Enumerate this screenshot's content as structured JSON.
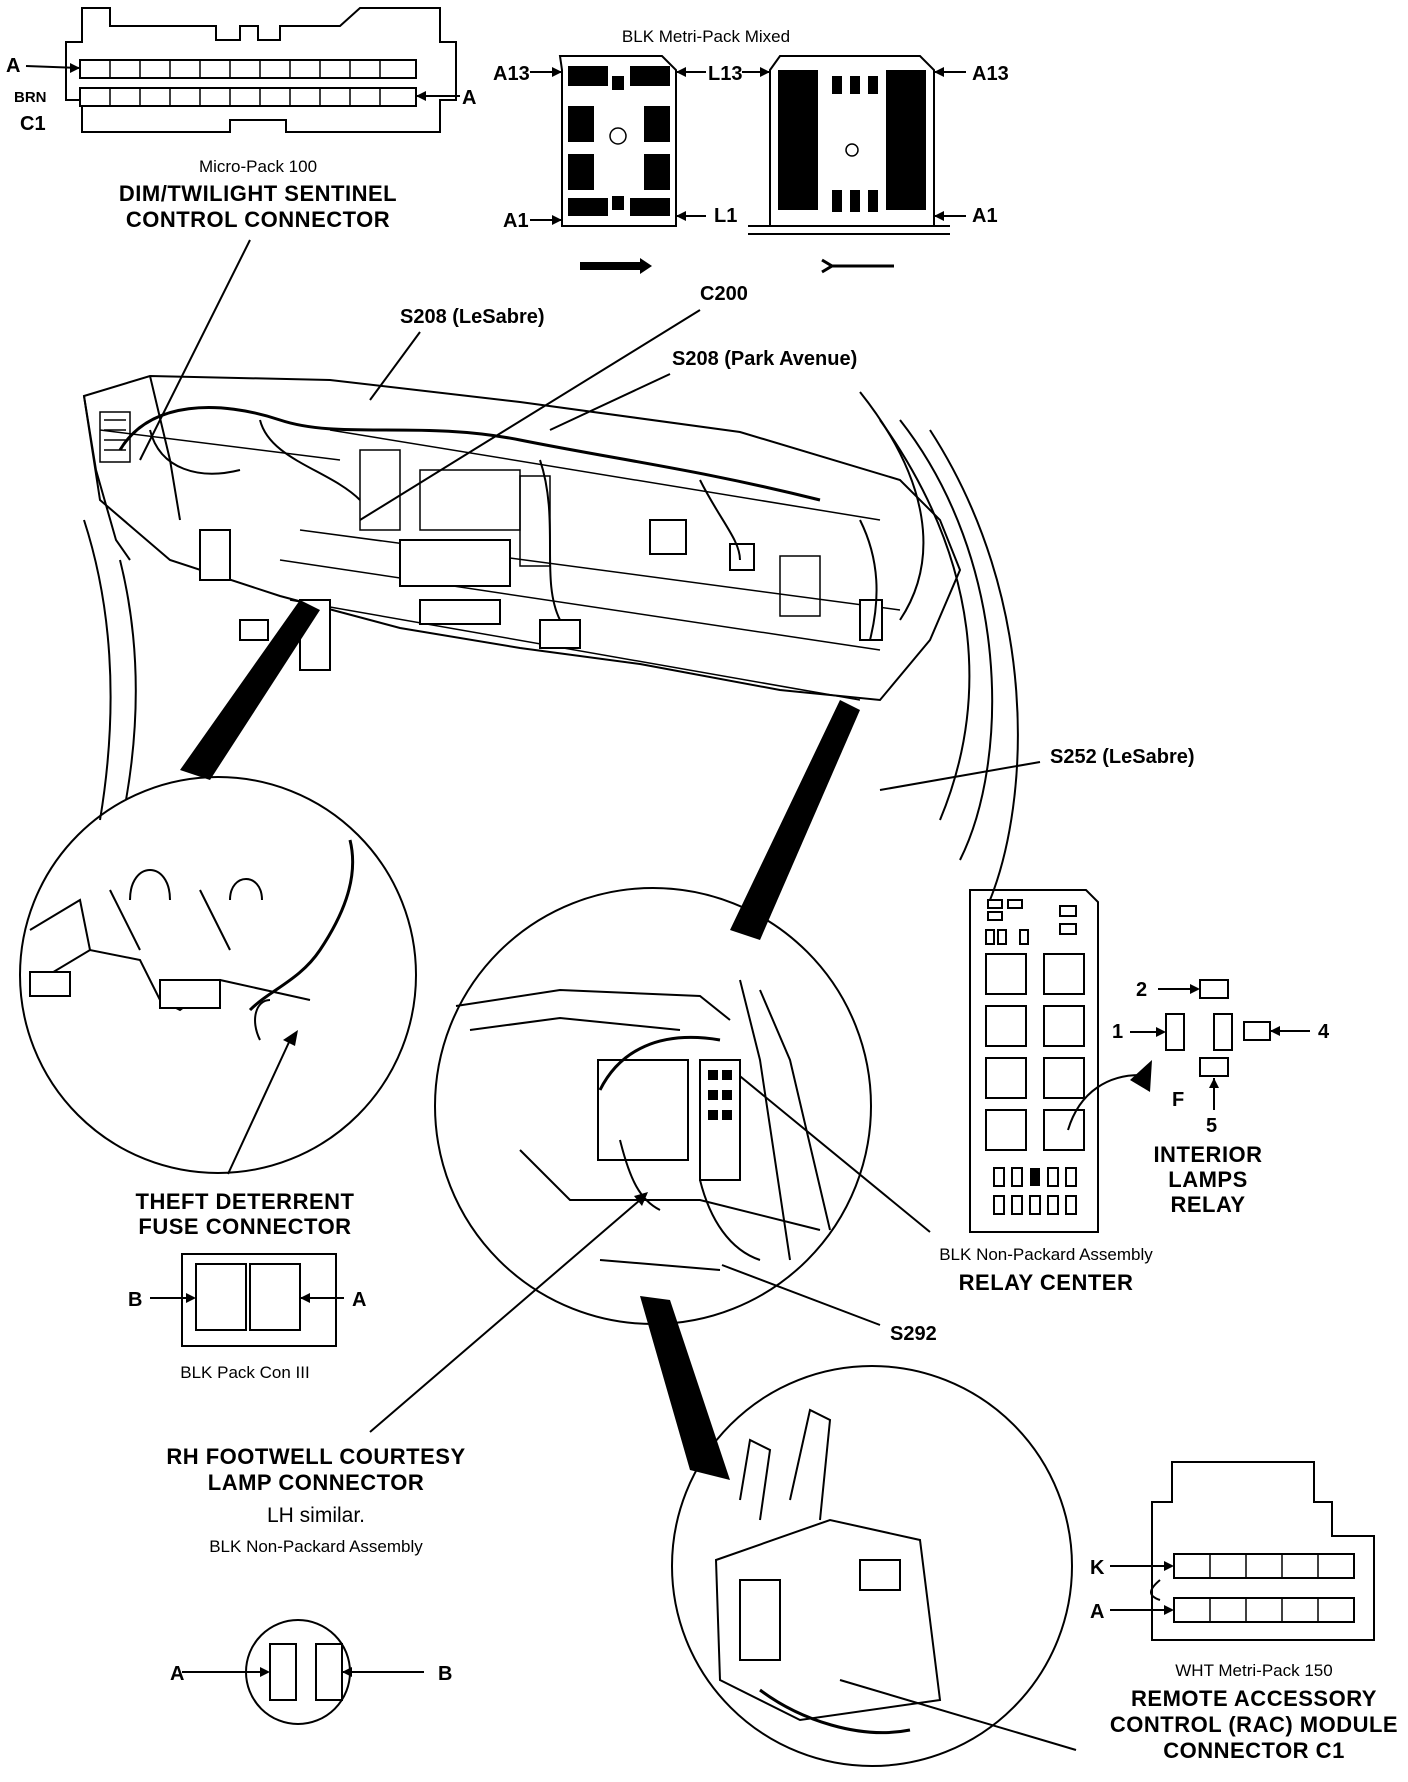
{
  "top_left_connector": {
    "title_line1": "DIM/TWILIGHT SENTINEL",
    "title_line2": "CONTROL CONNECTOR",
    "type": "Micro-Pack 100",
    "pin_a_left": "A",
    "pin_a_right": "A",
    "color": "BRN",
    "id": "C1"
  },
  "c200_connector": {
    "title": "BLK Metri-Pack Mixed",
    "left_top": "A13",
    "left_bottom": "A1",
    "mid_top": "L13",
    "mid_bottom": "L1",
    "right_top": "A13",
    "right_bottom": "A1"
  },
  "callouts": {
    "c200": "C200",
    "s208_lesabre": "S208  (LeSabre)",
    "s208_park": "S208  (Park Avenue)",
    "s252": "S252  (LeSabre)",
    "s292": "S292"
  },
  "theft_connector": {
    "title_line1": "THEFT DETERRENT",
    "title_line2": "FUSE CONNECTOR",
    "pin_b": "B",
    "pin_a": "A",
    "type": "BLK Pack Con III"
  },
  "relay_center": {
    "assembly": "BLK Non-Packard Assembly",
    "title": "RELAY CENTER",
    "pin_2": "2",
    "pin_1": "1",
    "pin_4": "4",
    "pin_f": "F",
    "pin_5": "5",
    "relay_line1": "INTERIOR",
    "relay_line2": "LAMPS",
    "relay_line3": "RELAY"
  },
  "footwell_connector": {
    "title_line1": "RH FOOTWELL COURTESY",
    "title_line2": "LAMP CONNECTOR",
    "note": "LH similar.",
    "assembly": "BLK Non-Packard Assembly",
    "pin_a": "A",
    "pin_b": "B"
  },
  "rac_connector": {
    "pin_k": "K",
    "pin_a": "A",
    "type": "WHT Metri-Pack 150",
    "title_line1": "REMOTE ACCESSORY",
    "title_line2": "CONTROL (RAC) MODULE",
    "title_line3": "CONNECTOR C1"
  }
}
